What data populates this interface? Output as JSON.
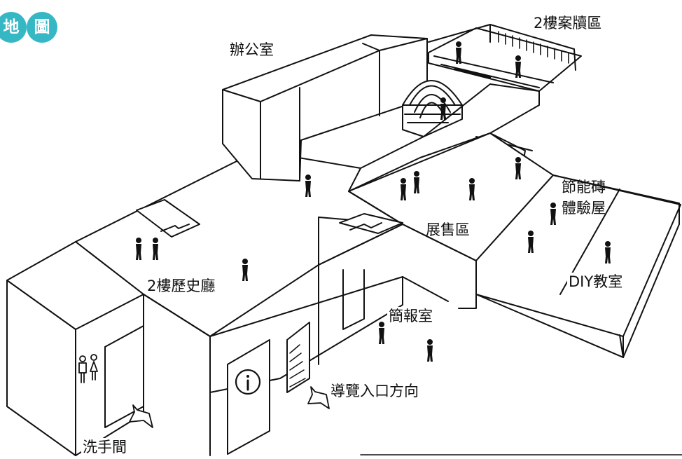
{
  "title_badges": [
    "地",
    "圖"
  ],
  "accent_color": "#35b7c4",
  "labels": {
    "office": "辦公室",
    "archives": "2樓案牘區",
    "energy_brick": "節能磚\n體驗屋",
    "exhibition_sales": "展售區",
    "history_hall": "2樓歷史廳",
    "diy_classroom": "DIY教室",
    "briefing_room": "簡報室",
    "tour_entrance": "導覽入口方向",
    "restroom": "洗手間"
  },
  "icons": [
    "info-icon",
    "restroom-icon",
    "arrow-icon",
    "person-icon",
    "stairs-icon"
  ]
}
